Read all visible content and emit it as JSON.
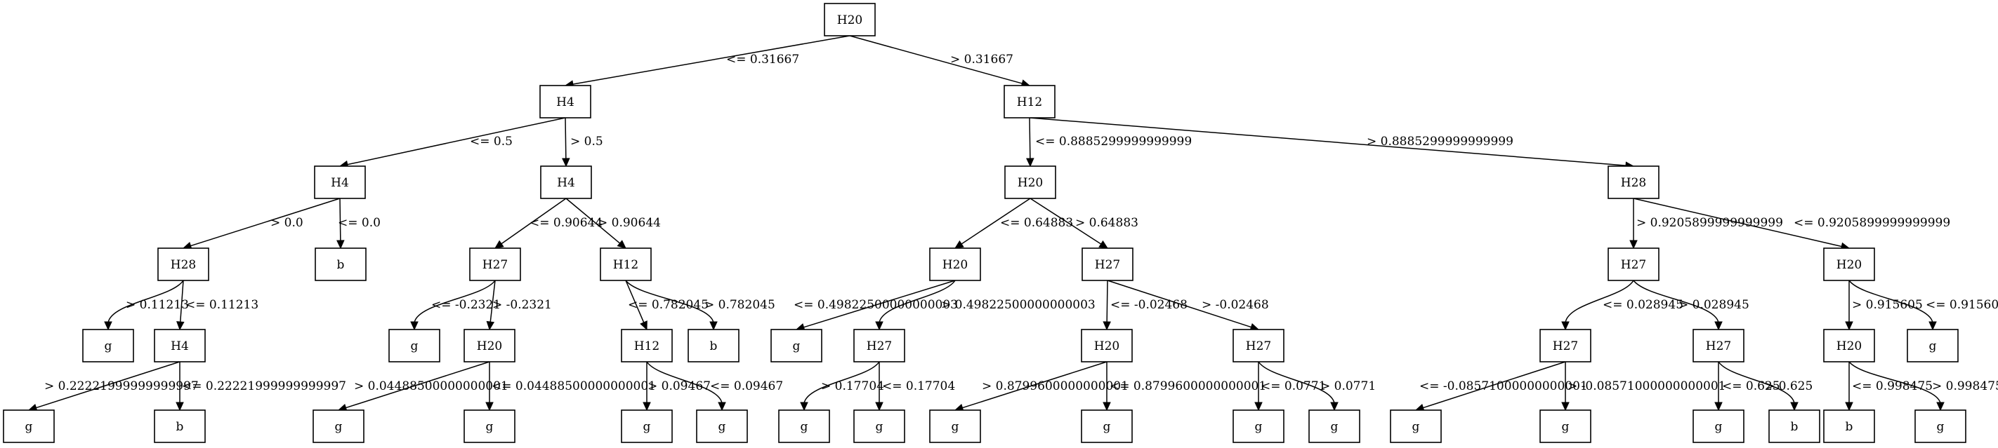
{
  "nodes": [
    {
      "id": "n0",
      "label": "H20"
    },
    {
      "id": "n1",
      "label": "H4"
    },
    {
      "id": "n2",
      "label": "H12"
    },
    {
      "id": "n3",
      "label": "H4"
    },
    {
      "id": "n4",
      "label": "H4"
    },
    {
      "id": "n5",
      "label": "H20"
    },
    {
      "id": "n6",
      "label": "H28"
    },
    {
      "id": "n7",
      "label": "H28"
    },
    {
      "id": "n8",
      "label": "b"
    },
    {
      "id": "n9",
      "label": "H27"
    },
    {
      "id": "n10",
      "label": "H12"
    },
    {
      "id": "n11",
      "label": "H20"
    },
    {
      "id": "n12",
      "label": "H27"
    },
    {
      "id": "n13",
      "label": "H27"
    },
    {
      "id": "n14",
      "label": "H20"
    },
    {
      "id": "n15",
      "label": "g"
    },
    {
      "id": "n16",
      "label": "H4"
    },
    {
      "id": "n17",
      "label": "g"
    },
    {
      "id": "n18",
      "label": "H20"
    },
    {
      "id": "n19",
      "label": "H12"
    },
    {
      "id": "n20",
      "label": "b"
    },
    {
      "id": "n21",
      "label": "g"
    },
    {
      "id": "n22",
      "label": "H27"
    },
    {
      "id": "n23",
      "label": "H20"
    },
    {
      "id": "n24",
      "label": "H27"
    },
    {
      "id": "n25",
      "label": "H27"
    },
    {
      "id": "n26",
      "label": "H27"
    },
    {
      "id": "n27",
      "label": "H20"
    },
    {
      "id": "n28",
      "label": "g"
    },
    {
      "id": "n29",
      "label": "g"
    },
    {
      "id": "n30",
      "label": "b"
    },
    {
      "id": "n31",
      "label": "g"
    },
    {
      "id": "n32",
      "label": "g"
    },
    {
      "id": "n33",
      "label": "g"
    },
    {
      "id": "n34",
      "label": "g"
    },
    {
      "id": "n35",
      "label": "g"
    },
    {
      "id": "n36",
      "label": "g"
    },
    {
      "id": "n37",
      "label": "g"
    },
    {
      "id": "n38",
      "label": "g"
    },
    {
      "id": "n39",
      "label": "g"
    },
    {
      "id": "n40",
      "label": "g"
    },
    {
      "id": "n41",
      "label": "g"
    },
    {
      "id": "n42",
      "label": "g"
    },
    {
      "id": "n43",
      "label": "g"
    },
    {
      "id": "n44",
      "label": "b"
    },
    {
      "id": "n45",
      "label": "b"
    },
    {
      "id": "n46",
      "label": "g"
    },
    {
      "id": "n47",
      "label": "b"
    }
  ],
  "edges": [
    {
      "from": "n0",
      "to": "n1",
      "label": "<= 0.31667"
    },
    {
      "from": "n0",
      "to": "n2",
      "label": "> 0.31667"
    },
    {
      "from": "n1",
      "to": "n3",
      "label": "<= 0.5"
    },
    {
      "from": "n1",
      "to": "n4",
      "label": "> 0.5"
    },
    {
      "from": "n2",
      "to": "n5",
      "label": "<= 0.8885299999999999"
    },
    {
      "from": "n2",
      "to": "n6",
      "label": "> 0.8885299999999999"
    },
    {
      "from": "n3",
      "to": "n7",
      "label": "> 0.0"
    },
    {
      "from": "n3",
      "to": "n8",
      "label": "<= 0.0"
    },
    {
      "from": "n4",
      "to": "n9",
      "label": "<= 0.90644"
    },
    {
      "from": "n4",
      "to": "n10",
      "label": "> 0.90644"
    },
    {
      "from": "n5",
      "to": "n11",
      "label": "<= 0.64883"
    },
    {
      "from": "n5",
      "to": "n12",
      "label": "> 0.64883"
    },
    {
      "from": "n6",
      "to": "n13",
      "label": "> 0.9205899999999999"
    },
    {
      "from": "n6",
      "to": "n14",
      "label": "<= 0.9205899999999999"
    },
    {
      "from": "n7",
      "to": "n15",
      "label": "> 0.11213"
    },
    {
      "from": "n7",
      "to": "n16",
      "label": "<= 0.11213"
    },
    {
      "from": "n9",
      "to": "n17",
      "label": "<= -0.2321"
    },
    {
      "from": "n9",
      "to": "n18",
      "label": "> -0.2321"
    },
    {
      "from": "n10",
      "to": "n19",
      "label": "<= 0.782045"
    },
    {
      "from": "n10",
      "to": "n20",
      "label": "> 0.782045"
    },
    {
      "from": "n11",
      "to": "n21",
      "label": "<= 0.49822500000000003"
    },
    {
      "from": "n11",
      "to": "n22",
      "label": "> 0.49822500000000003"
    },
    {
      "from": "n12",
      "to": "n23",
      "label": "<= -0.02468"
    },
    {
      "from": "n12",
      "to": "n24",
      "label": "> -0.02468"
    },
    {
      "from": "n13",
      "to": "n25",
      "label": "<= 0.028945"
    },
    {
      "from": "n13",
      "to": "n26",
      "label": "> 0.028945"
    },
    {
      "from": "n14",
      "to": "n27",
      "label": "> 0.915605"
    },
    {
      "from": "n14",
      "to": "n28",
      "label": "<= 0.915605"
    },
    {
      "from": "n16",
      "to": "n29",
      "label": "> 0.22221999999999997"
    },
    {
      "from": "n16",
      "to": "n30",
      "label": "<= 0.22221999999999997"
    },
    {
      "from": "n18",
      "to": "n31",
      "label": "> 0.04488500000000001"
    },
    {
      "from": "n18",
      "to": "n32",
      "label": "<= 0.04488500000000001"
    },
    {
      "from": "n19",
      "to": "n33",
      "label": "> 0.09467"
    },
    {
      "from": "n19",
      "to": "n34",
      "label": "<= 0.09467"
    },
    {
      "from": "n22",
      "to": "n35",
      "label": "> 0.17704"
    },
    {
      "from": "n22",
      "to": "n36",
      "label": "<= 0.17704"
    },
    {
      "from": "n23",
      "to": "n37",
      "label": "> 0.8799600000000001"
    },
    {
      "from": "n23",
      "to": "n38",
      "label": "<= 0.8799600000000001"
    },
    {
      "from": "n24",
      "to": "n39",
      "label": "<= 0.0771"
    },
    {
      "from": "n24",
      "to": "n40",
      "label": "> 0.0771"
    },
    {
      "from": "n25",
      "to": "n41",
      "label": "<= -0.08571000000000001"
    },
    {
      "from": "n25",
      "to": "n42",
      "label": "> -0.08571000000000001"
    },
    {
      "from": "n26",
      "to": "n43",
      "label": "<= 0.625"
    },
    {
      "from": "n26",
      "to": "n44",
      "label": "> 0.625"
    },
    {
      "from": "n27",
      "to": "n45",
      "label": "<= 0.998475"
    },
    {
      "from": "n27",
      "to": "n46",
      "label": "> 0.998475"
    }
  ]
}
